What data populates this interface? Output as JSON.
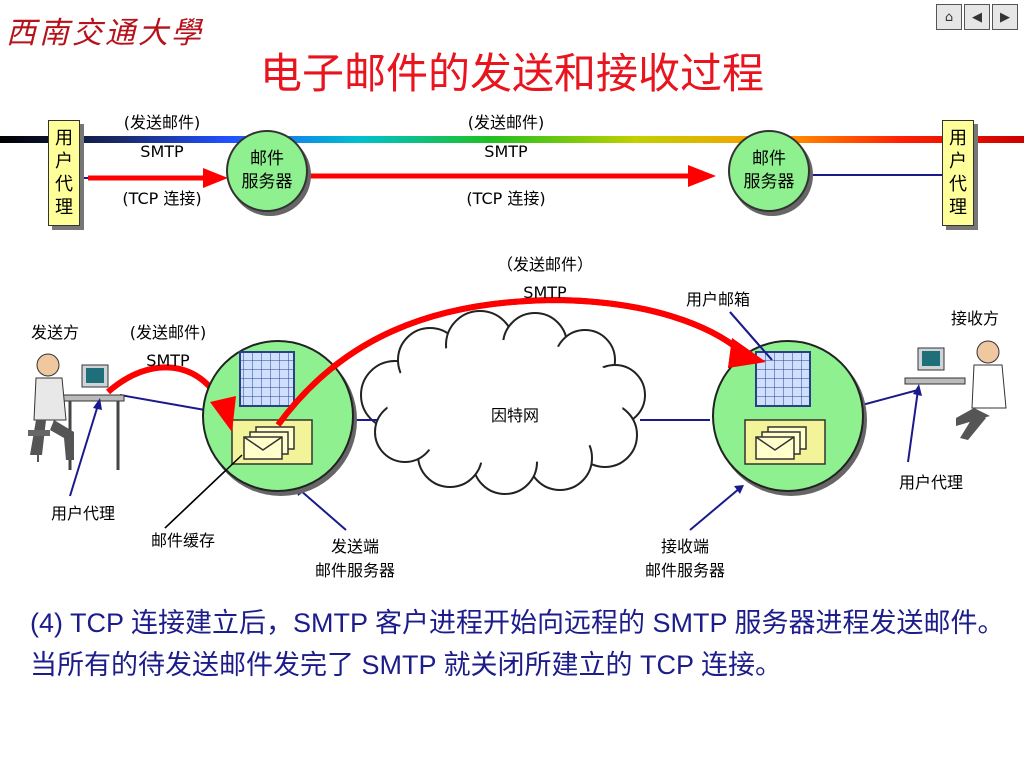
{
  "header": {
    "logo_text": "西南交通大學",
    "title": "电子邮件的发送和接收过程",
    "nav": [
      {
        "icon": "home-icon",
        "glyph": "⌂"
      },
      {
        "icon": "prev-icon",
        "glyph": "◀"
      },
      {
        "icon": "next-icon",
        "glyph": "▶"
      }
    ]
  },
  "top_diagram": {
    "user_agent_chars": [
      "用",
      "户",
      "代",
      "理"
    ],
    "mail_server_lines": [
      "邮件",
      "服务器"
    ],
    "send_mail": "(发送邮件)",
    "smtp": "SMTP",
    "tcp": "(TCP 连接)"
  },
  "bottom_diagram": {
    "sender": "发送方",
    "receiver": "接收方",
    "send_mail_left": "(发送邮件)",
    "smtp_left": "SMTP",
    "send_mail_top": "（发送邮件）",
    "smtp_top": "SMTP",
    "user_mailbox": "用户邮箱",
    "internet": "因特网",
    "user_agent_left": "用户代理",
    "user_agent_right": "用户代理",
    "mail_cache": "邮件缓存",
    "sender_server_l1": "发送端",
    "sender_server_l2": "邮件服务器",
    "receiver_server_l1": "接收端",
    "receiver_server_l2": "邮件服务器"
  },
  "paragraph": "(4) TCP 连接建立后，SMTP 客户进程开始向远程的 SMTP 服务器进程发送邮件。当所有的待发送邮件发完了 SMTP 就关闭所建立的 TCP 连接。",
  "colors": {
    "title": "#e8141e",
    "arrow": "#ff0000",
    "server_fill": "#8ef08e",
    "user_agent_fill": "#ffff99",
    "paragraph": "#1c1c8a"
  }
}
